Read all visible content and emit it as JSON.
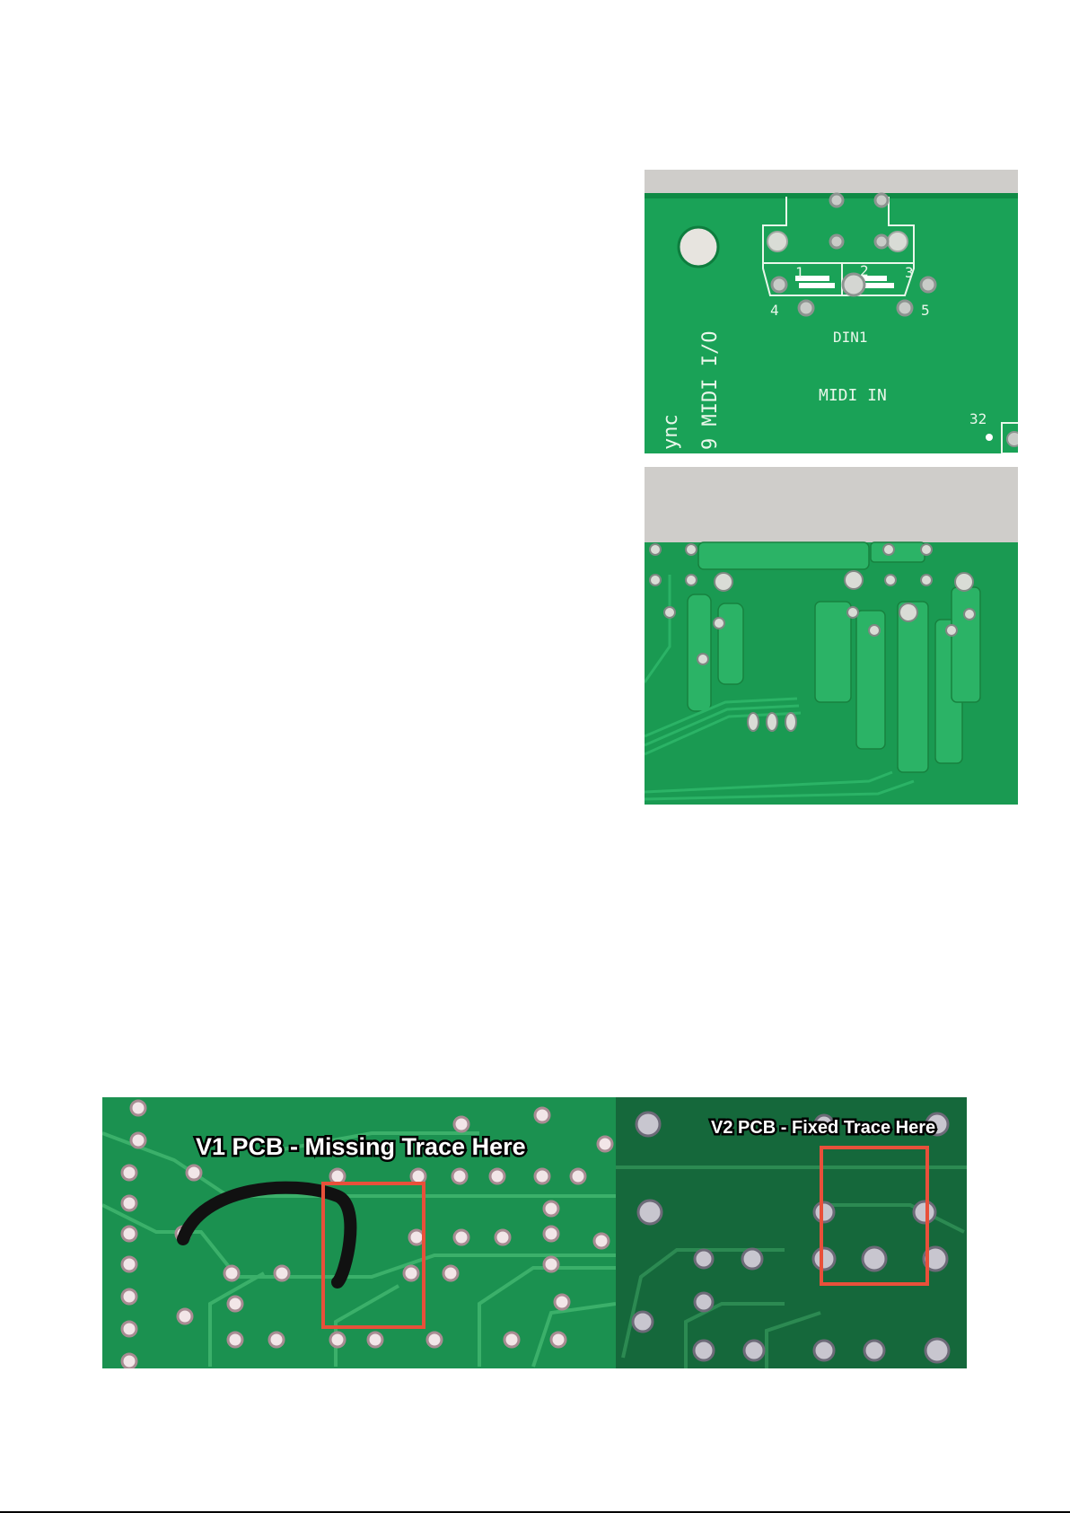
{
  "photos": {
    "top": {
      "silkscreen": {
        "pin_1": "1",
        "pin_2": "2",
        "pin_3": "3",
        "pin_4": "4",
        "pin_5": "5",
        "connector_ref": "DIN1",
        "connector_label": "MIDI IN",
        "side_label": "9 MIDI I/O",
        "edge_fragment": "ync",
        "pad_number": "32"
      }
    },
    "bottom": {
      "left_caption": "V1 PCB - Missing Trace Here",
      "right_caption": "V2 PCB - Fixed Trace Here"
    }
  },
  "colors": {
    "pcb_green": "#1a9a52",
    "trace_green": "#2bb366",
    "highlight_box": "#e8503a"
  }
}
